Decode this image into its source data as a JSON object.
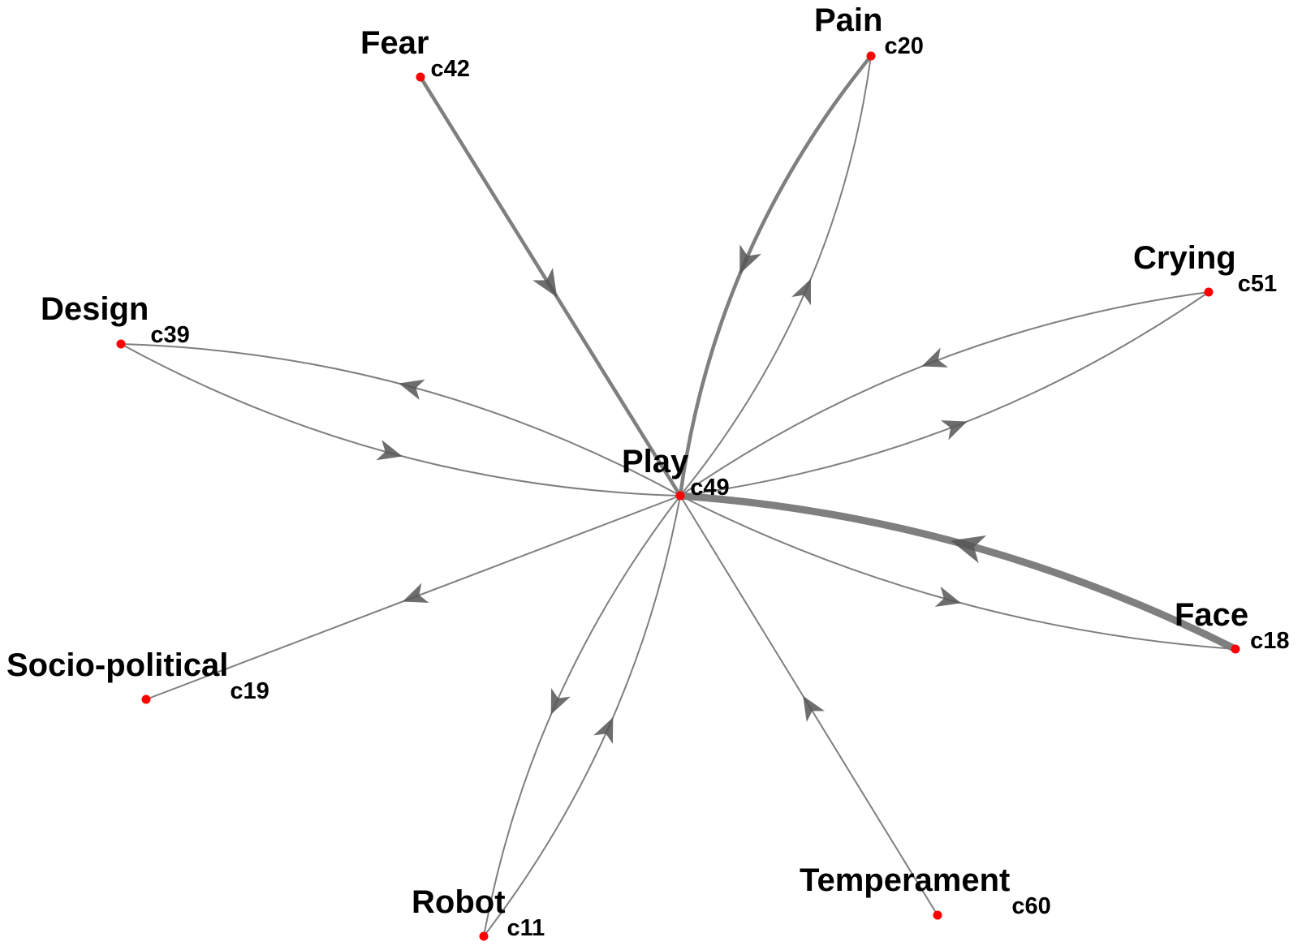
{
  "colors": {
    "edge": "#7f7f7f",
    "arrow": "#555555",
    "node": "#ff0000",
    "label": "#000000",
    "background": "#ffffff"
  },
  "nodes": [
    {
      "id": "play",
      "name": "Play",
      "code": "c49"
    },
    {
      "id": "fear",
      "name": "Fear",
      "code": "c42"
    },
    {
      "id": "pain",
      "name": "Pain",
      "code": "c20"
    },
    {
      "id": "crying",
      "name": "Crying",
      "code": "c51"
    },
    {
      "id": "design",
      "name": "Design",
      "code": "c39"
    },
    {
      "id": "face",
      "name": "Face",
      "code": "c18"
    },
    {
      "id": "socio",
      "name": "Socio-political",
      "code": "c19"
    },
    {
      "id": "robot",
      "name": "Robot",
      "code": "c11"
    },
    {
      "id": "temperament",
      "name": "Temperament",
      "code": "c60"
    }
  ],
  "edges": [
    {
      "from": "fear",
      "to": "play",
      "weight": 2
    },
    {
      "from": "pain",
      "to": "play",
      "weight": 2
    },
    {
      "from": "play",
      "to": "pain",
      "weight": 1
    },
    {
      "from": "crying",
      "to": "play",
      "weight": 1
    },
    {
      "from": "play",
      "to": "crying",
      "weight": 1
    },
    {
      "from": "play",
      "to": "design",
      "weight": 1
    },
    {
      "from": "design",
      "to": "play",
      "weight": 1
    },
    {
      "from": "face",
      "to": "play",
      "weight": 4
    },
    {
      "from": "play",
      "to": "face",
      "weight": 1
    },
    {
      "from": "play",
      "to": "socio",
      "weight": 1
    },
    {
      "from": "play",
      "to": "robot",
      "weight": 1
    },
    {
      "from": "robot",
      "to": "play",
      "weight": 1
    },
    {
      "from": "temperament",
      "to": "play",
      "weight": 1
    }
  ]
}
